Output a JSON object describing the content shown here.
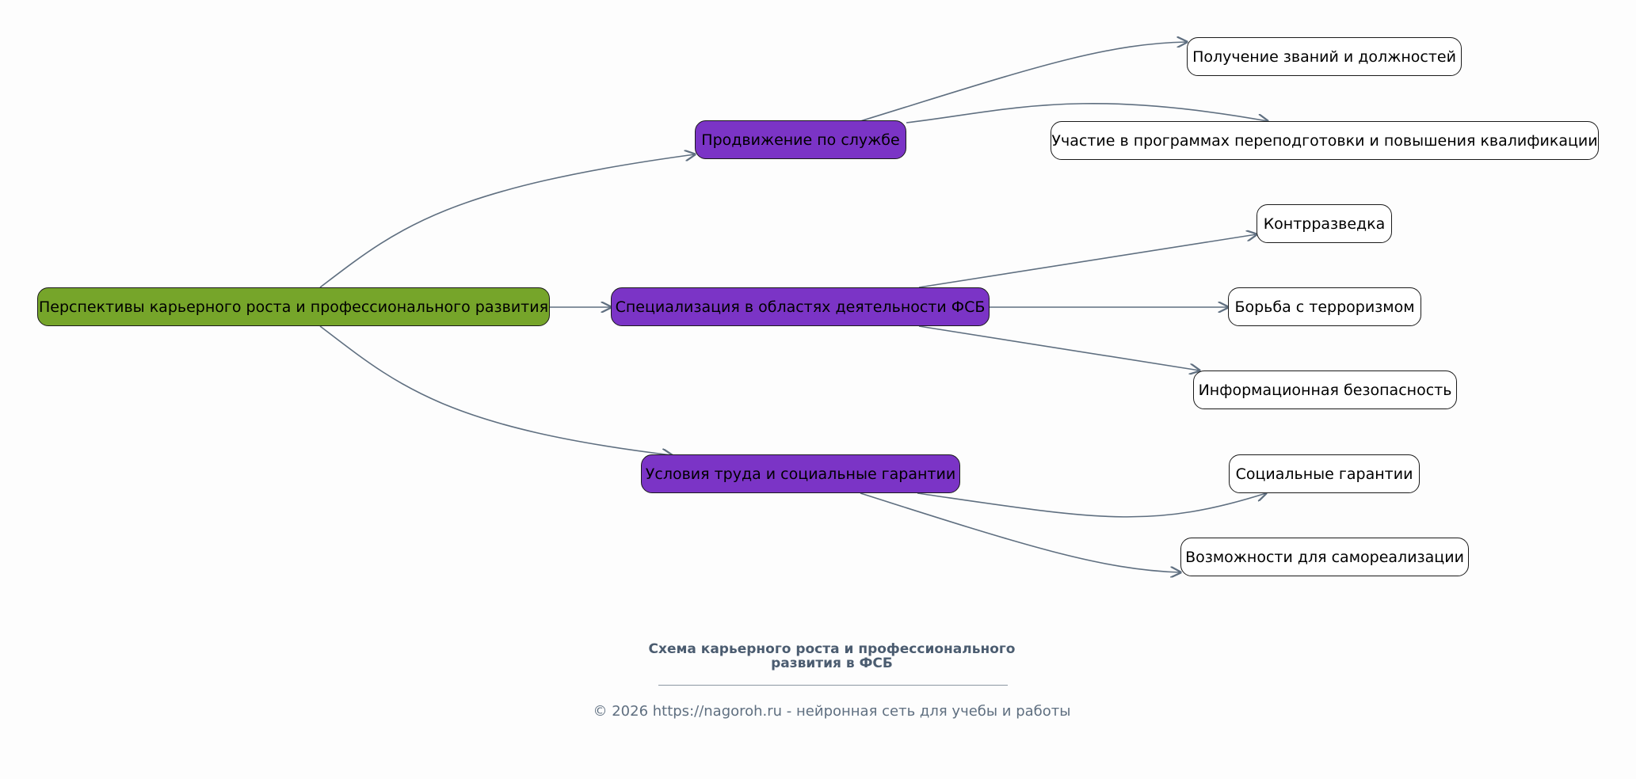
{
  "root": {
    "label": "Перспективы карьерного роста и профессионального развития"
  },
  "branches": [
    {
      "label": "Продвижение по службе",
      "leaves": [
        "Получение званий и должностей",
        "Участие в программах переподготовки и повышения квалификации"
      ]
    },
    {
      "label": "Специализация в областях деятельности ФСБ",
      "leaves": [
        "Контрразведка",
        "Борьба с терроризмом",
        "Информационная безопасность"
      ]
    },
    {
      "label": "Условия труда и социальные гарантии",
      "leaves": [
        "Социальные гарантии",
        "Возможности для самореализации"
      ]
    }
  ],
  "footer": {
    "title_line1": "Схема карьерного роста и профессионального",
    "title_line2": "развития в ФСБ",
    "credit": "© 2026 https://nagoroh.ru - нейронная сеть для учебы и работы"
  },
  "colors": {
    "root": "#76a52a",
    "branch": "#7b34c6",
    "leaf": "#ffffff",
    "edge": "#5f6f80"
  }
}
